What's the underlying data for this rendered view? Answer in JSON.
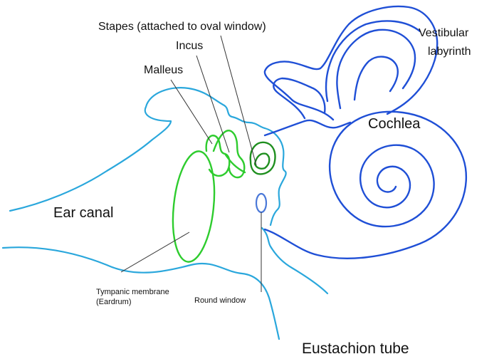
{
  "labels": {
    "stapes": "Stapes (attached to oval window)",
    "incus": "Incus",
    "malleus": "Malleus",
    "vestibular_line1": "Vestibular",
    "vestibular_line2": "labyrinth",
    "cochlea": "Cochlea",
    "ear_canal": "Ear canal",
    "tympanic_line1": "Tympanic membrane",
    "tympanic_line2": "(Eardrum)",
    "round_window": "Round window",
    "eustachian_tube": "Eustachion tube"
  },
  "colors": {
    "outer_ear": "#2aa7dc",
    "ossicles": "#2ecc2e",
    "stapes": "#1f8f1f",
    "inner_ear": "#1f4fd6",
    "round_window": "#4a78d8",
    "leader": "#333333"
  }
}
